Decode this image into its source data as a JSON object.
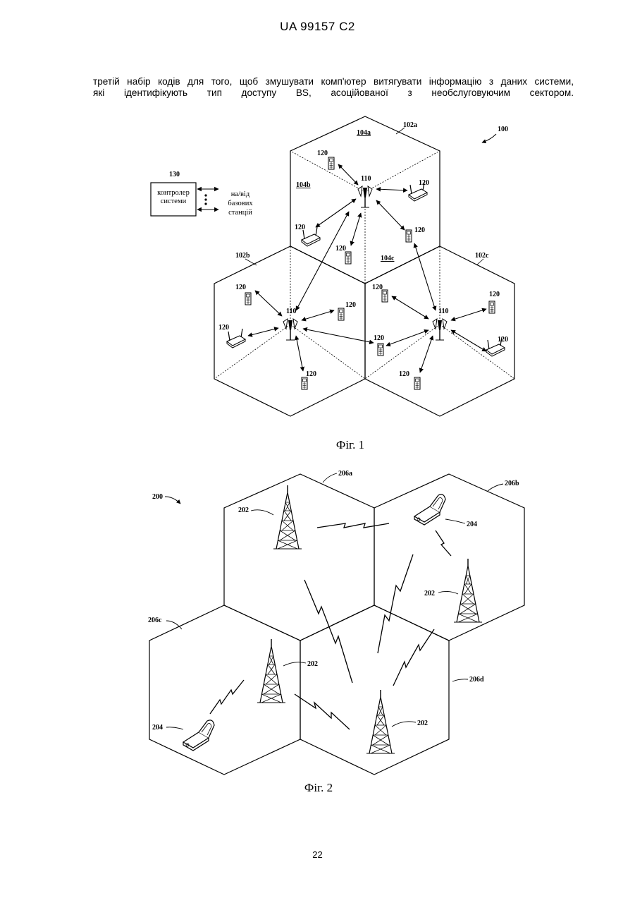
{
  "header": "UA   99157   C2",
  "body_text": [
    "третій набір кодів для того, щоб змушувати комп'ютер витягувати інформацію з даних системи,",
    "які ідентифікують тип доступу BS, асоційованої з необслуговуючим сектором."
  ],
  "figure1": {
    "caption": "Фіг. 1",
    "ref_system": "100",
    "cells": [
      "102a",
      "102b",
      "102c"
    ],
    "sectors": [
      "104a",
      "104b",
      "104c"
    ],
    "base_station": "110",
    "terminal": "120",
    "controller_ref": "130",
    "controller_label": [
      "контролер",
      "системи"
    ],
    "to_from_label": [
      "на/від",
      "базових",
      "станцій"
    ]
  },
  "figure2": {
    "caption": "Фіг. 2",
    "ref_system": "200",
    "cells": [
      "206a",
      "206b",
      "206c",
      "206d"
    ],
    "tower": "202",
    "phone": "204"
  },
  "page_number": "22"
}
